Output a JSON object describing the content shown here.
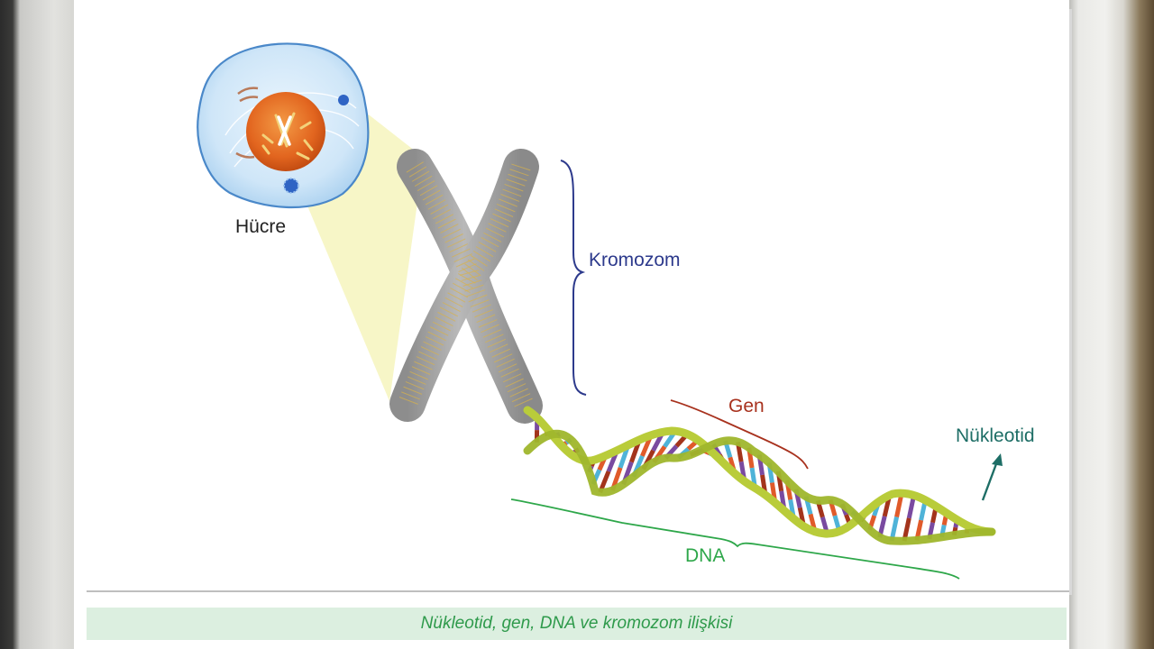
{
  "labels": {
    "cell": "Hücre",
    "chromosome": "Kromozom",
    "gene": "Gen",
    "nucleotide": "Nükleotid",
    "dna": "DNA"
  },
  "caption": "Nükleotid, gen, DNA ve kromozom ilişkisi",
  "colors": {
    "chromosome_bracket": "#2d3a8c",
    "gene_bracket": "#a8321e",
    "dna_bracket": "#2ea74a",
    "nucleotide_arrow": "#1e6e66",
    "caption_bg": "#dcefe0",
    "caption_text": "#2e9a4b",
    "dna_backbone": "#b9cc3a",
    "base_colors": [
      "#e05a2a",
      "#7a4aa0",
      "#4fb3d8",
      "#a3341c"
    ]
  },
  "icons": [
    "cell-illustration",
    "chromosome-illustration",
    "dna-helix-illustration",
    "nucleotide-arrow-icon"
  ]
}
